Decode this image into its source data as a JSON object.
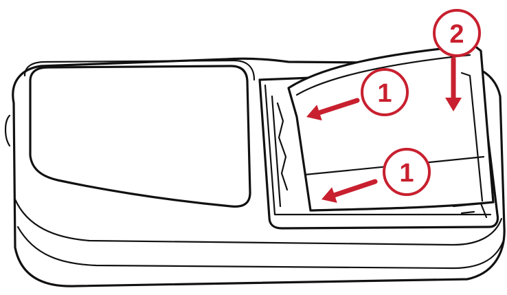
{
  "colors": {
    "accent": "#c8202f",
    "line": "#111111"
  },
  "callouts": [
    {
      "label": "1"
    },
    {
      "label": "1"
    },
    {
      "label": "2"
    }
  ]
}
